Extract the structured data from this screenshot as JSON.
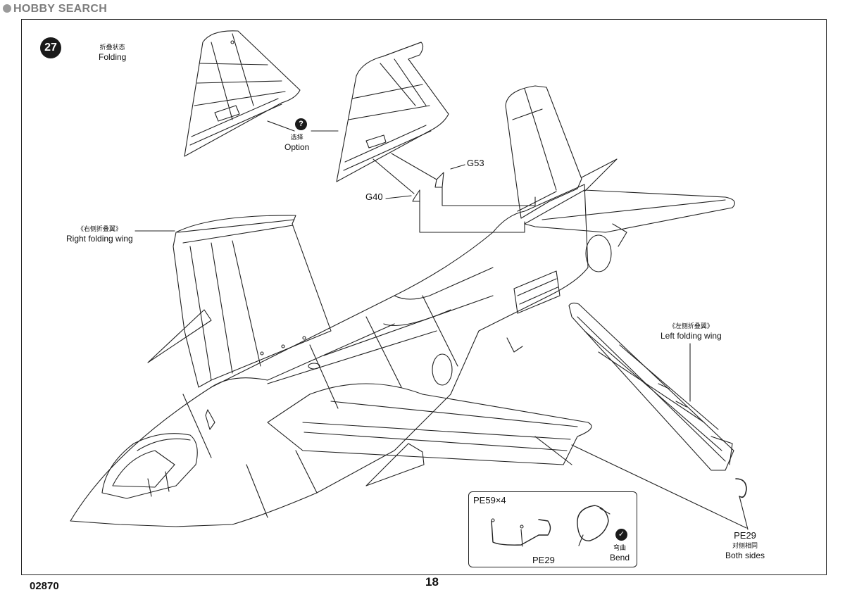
{
  "header": {
    "watermark": "HOBBY SEARCH"
  },
  "step": {
    "number": "27"
  },
  "labels": {
    "folding_cn": "折叠状态",
    "folding_en": "Folding",
    "option_cn": "选择",
    "option_en": "Option",
    "option_icon_glyph": "?",
    "right_wing_cn": "《右侧折叠翼》",
    "right_wing_en": "Right folding wing",
    "left_wing_cn": "《左侧折叠翼》",
    "left_wing_en": "Left folding wing",
    "part_g53": "G53",
    "part_g40": "G40",
    "pe29_side": "PE29",
    "both_sides_cn": "对侧相同",
    "both_sides_en": "Both sides"
  },
  "pe_box": {
    "title": "PE59×4",
    "part": "PE29",
    "bend_cn": "弯曲",
    "bend_en": "Bend",
    "bend_icon_glyph": "✓"
  },
  "footer": {
    "catalog_number": "02870",
    "page_number": "18"
  },
  "icons": [
    "option-icon",
    "bend-icon",
    "step-badge"
  ]
}
